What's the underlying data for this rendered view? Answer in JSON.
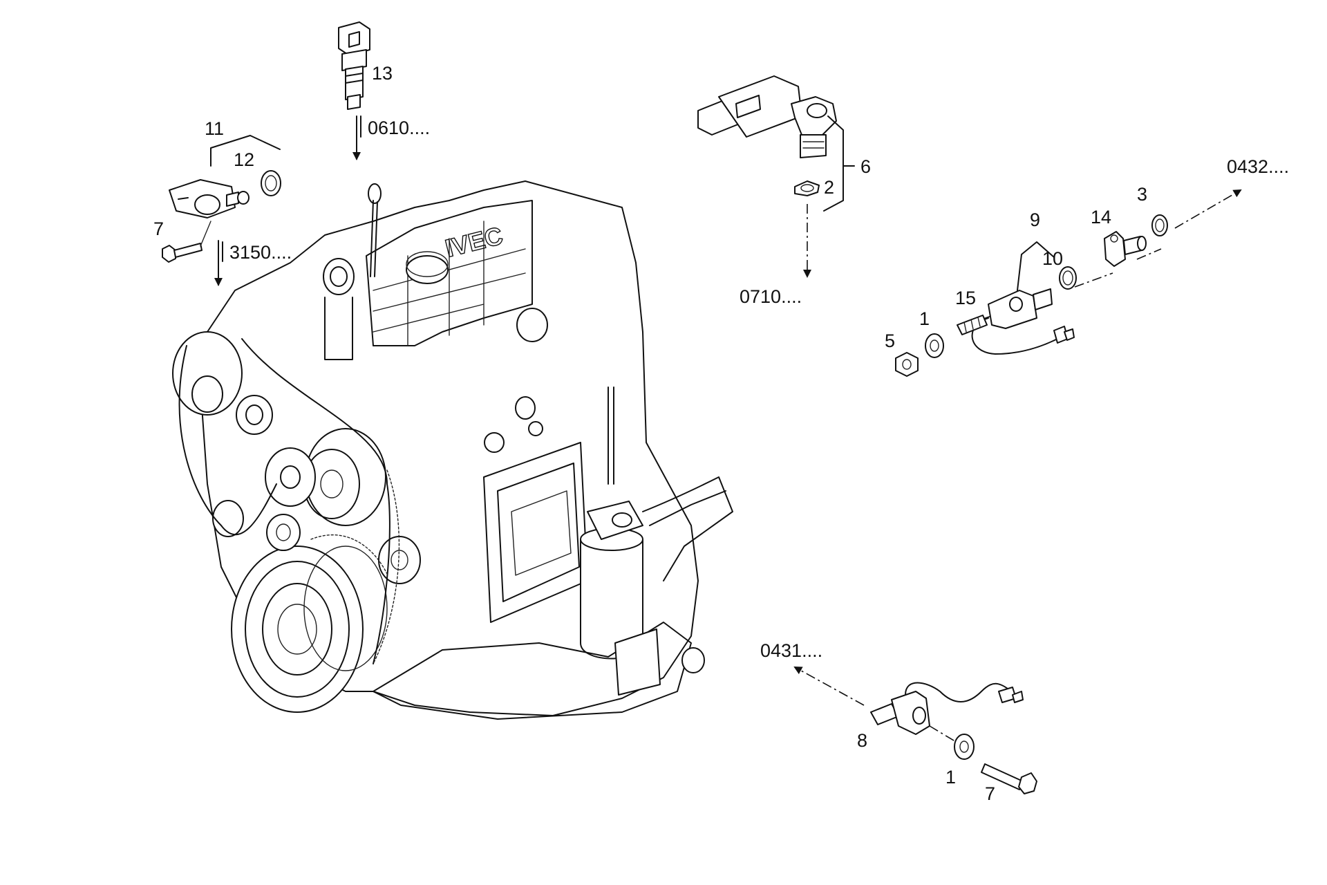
{
  "diagram": {
    "item_numbers": {
      "n1a": "1",
      "n1b": "1",
      "n2": "2",
      "n3": "3",
      "n5": "5",
      "n6": "6",
      "n7a": "7",
      "n7b": "7",
      "n8": "8",
      "n9": "9",
      "n10": "10",
      "n11": "11",
      "n12": "12",
      "n13": "13",
      "n14": "14",
      "n15": "15"
    },
    "references": {
      "r0610": "0610....",
      "r3150": "3150....",
      "r0710": "0710....",
      "r0432": "0432....",
      "r0431": "0431...."
    },
    "brand_lettering": "IVEC"
  }
}
